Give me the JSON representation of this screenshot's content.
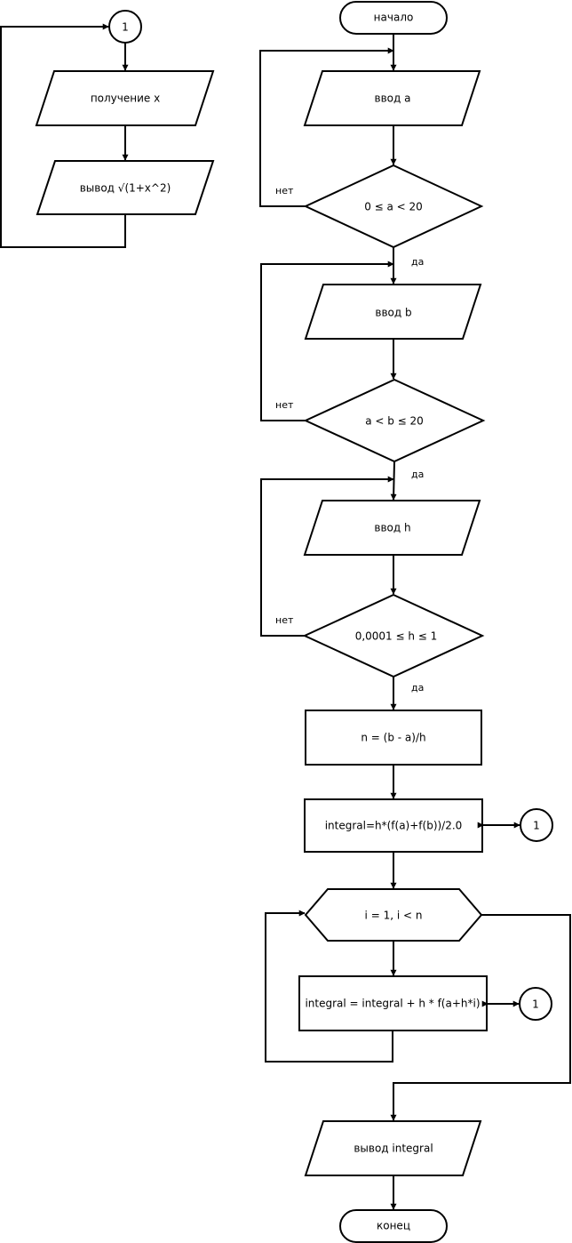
{
  "colors": {
    "stroke": "#000000",
    "fill": "#ffffff",
    "text": "#000000"
  },
  "subroutine": {
    "connector": "1",
    "input": "получение x",
    "output": "вывод √(1+x^2)"
  },
  "main": {
    "start": "начало",
    "input_a": "ввод a",
    "check_a": "0 ≤ a < 20",
    "input_b": "ввод b",
    "check_b": "a < b ≤ 20",
    "input_h": "ввод h",
    "check_h": "0,0001 ≤ h ≤ 1",
    "calc_n": "n = (b - a)/h",
    "calc_integral_init": "integral=h*(f(a)+f(b))/2.0",
    "connector_init": "1",
    "loop": "i = 1, i < n",
    "calc_integral_step": "integral = integral + h * f(a+h*i)",
    "connector_step": "1",
    "output": "вывод integral",
    "end": "конец"
  },
  "branches": {
    "no": "нет",
    "yes": "да"
  }
}
